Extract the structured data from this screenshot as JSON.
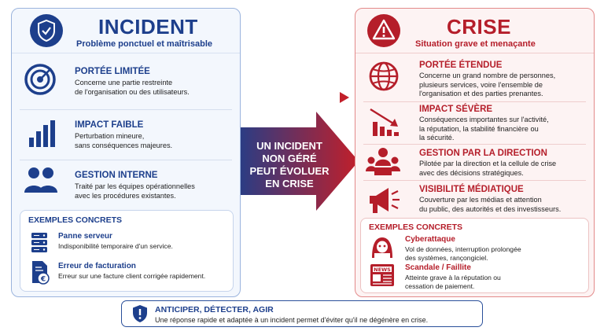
{
  "incident": {
    "title": "INCIDENT",
    "subtitle": "Problème ponctuel et maîtrisable",
    "sections": [
      {
        "title": "PORTÉE LIMITÉE",
        "lines": [
          "Concerne une partie restreinte",
          "de l'organisation ou des utilisateurs."
        ]
      },
      {
        "title": "IMPACT FAIBLE",
        "lines": [
          "Perturbation mineure,",
          "sans conséquences majeures."
        ]
      },
      {
        "title": "GESTION INTERNE",
        "lines": [
          "Traité par les équipes opérationnelles",
          "avec les procédures existantes."
        ]
      }
    ],
    "examples": {
      "title": "EXEMPLES CONCRETS",
      "items": [
        {
          "name": "Panne serveur",
          "lines": [
            "Indisponibilité temporaire d'un service."
          ]
        },
        {
          "name": "Erreur de facturation",
          "lines": [
            "Erreur sur une facture client corrigée rapidement."
          ]
        }
      ]
    }
  },
  "crise": {
    "title": "CRISE",
    "subtitle": "Situation grave et menaçante",
    "sections": [
      {
        "title": "PORTÉE ÉTENDUE",
        "lines": [
          "Concerne un grand nombre de personnes,",
          "plusieurs services, voire l'ensemble de",
          "l'organisation et des parties prenantes."
        ]
      },
      {
        "title": "IMPACT SÉVÈRE",
        "lines": [
          "Conséquences importantes sur l'activité,",
          "la réputation, la stabilité financière ou",
          "la sécurité."
        ]
      },
      {
        "title": "GESTION PAR LA DIRECTION",
        "lines": [
          "Pilotée par la direction et la cellule de crise",
          "avec des décisions stratégiques."
        ]
      },
      {
        "title": "VISIBILITÉ MÉDIATIQUE",
        "lines": [
          "Couverture par les médias et attention",
          "du public, des autorités et des investisseurs."
        ]
      }
    ],
    "examples": {
      "title": "EXEMPLES CONCRETS",
      "items": [
        {
          "name": "Cyberattaque",
          "lines": [
            "Vol de données, interruption prolongée",
            "des systèmes, rançongiciel."
          ]
        },
        {
          "name": "Scandale / Faillite",
          "lines": [
            "Atteinte grave à la réputation ou",
            "cessation de paiement."
          ]
        }
      ]
    },
    "news_label": "NEWS"
  },
  "arrow": {
    "lines": [
      "UN INCIDENT",
      "NON GÉRÉ",
      "PEUT ÉVOLUER",
      "EN CRISE"
    ]
  },
  "bottom": {
    "title": "ANTICIPER, DÉTECTER, AGIR",
    "text": "Une réponse rapide et adaptée à un incident permet d'éviter qu'il ne dégénère en crise."
  },
  "colors": {
    "blue": "#1d3f8c",
    "red": "#b51e2a"
  }
}
